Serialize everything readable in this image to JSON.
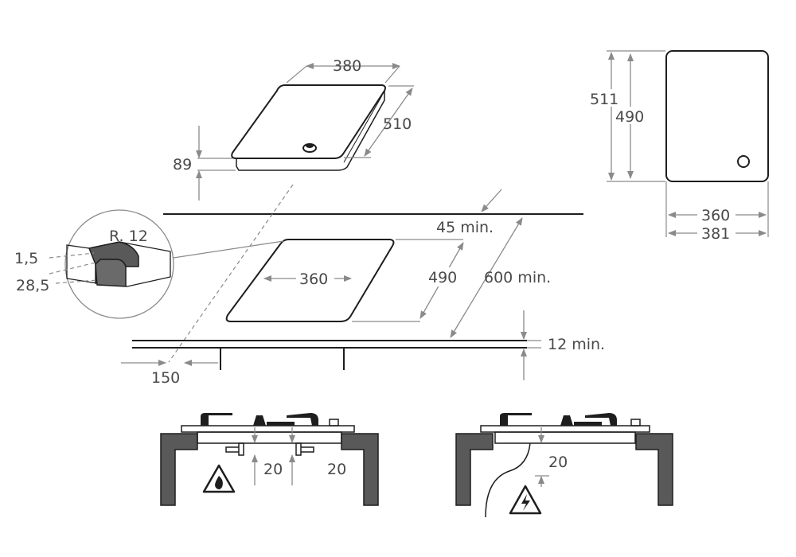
{
  "colors": {
    "line": "#1e1e1e",
    "dimension": "#8a8a8a",
    "cabinet": "#595959",
    "text": "#4a4a4a"
  },
  "icons": [
    "gas-flame-warning-icon",
    "electric-warning-icon"
  ],
  "dimensions": {
    "hob_width": "380",
    "hob_depth": "510",
    "hob_height": "89",
    "top_outer_height": "511",
    "top_inner_height": "490",
    "top_inner_width": "360",
    "top_outer_width": "381",
    "cutout_width": "360",
    "cutout_depth": "490",
    "wall_min": "45 min.",
    "back_min": "600 min.",
    "below_min": "12 min.",
    "front_gap": "150",
    "radius": "R. 12",
    "thickness_a": "1,5",
    "thickness_b": "28,5",
    "gas_clear_left": "20",
    "gas_clear_right": "20",
    "elec_clear": "20"
  }
}
